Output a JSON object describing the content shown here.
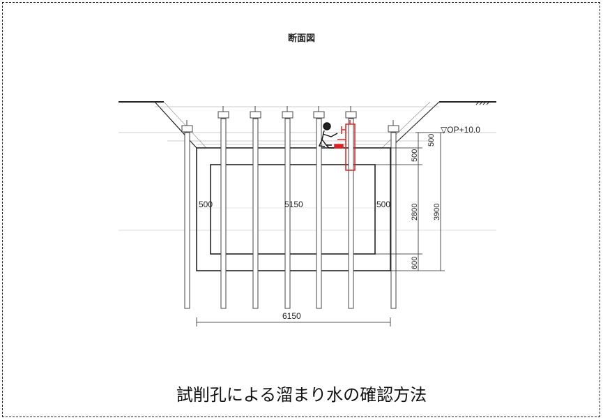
{
  "diagram": {
    "title": "断面図",
    "caption": "試削孔による溜まり水の確認方法",
    "level_label": "▽OP+10.0",
    "dimensions": {
      "left_margin": "500",
      "inner_width": "5150",
      "right_margin": "500",
      "top_height": "500",
      "inner_height": "2800",
      "bottom_height": "600",
      "total_height": "3900",
      "bottom_width": "6150"
    },
    "colors": {
      "line": "#222222",
      "highlight": "#e02020"
    }
  }
}
